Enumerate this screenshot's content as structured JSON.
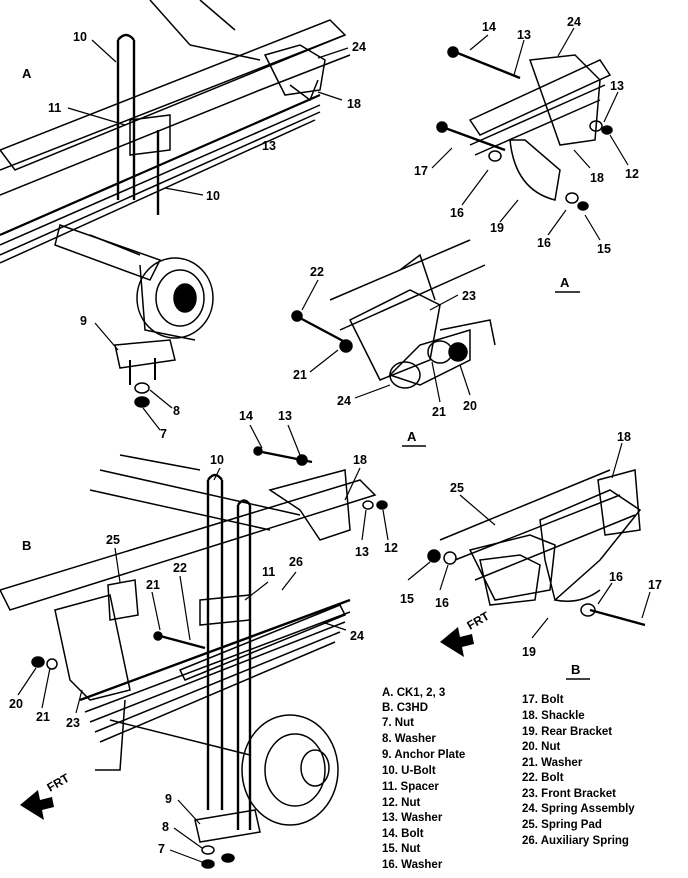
{
  "sections": {
    "a_top_left": "A",
    "a_top_right": "A",
    "a_middle": "A",
    "b_left": "B",
    "b_right": "B"
  },
  "frt": {
    "left": "FRT",
    "right": "FRT"
  },
  "callouts": {
    "tl_10a": "10",
    "tl_24": "24",
    "tl_11": "11",
    "tl_18": "18",
    "tl_13": "13",
    "tl_10b": "10",
    "tl_9": "9",
    "tl_8": "8",
    "tl_7": "7",
    "tr_14": "14",
    "tr_13a": "13",
    "tr_24": "24",
    "tr_13b": "13",
    "tr_17": "17",
    "tr_18": "18",
    "tr_12": "12",
    "tr_16a": "16",
    "tr_19": "19",
    "tr_16b": "16",
    "tr_15": "15",
    "md_22": "22",
    "md_23": "23",
    "md_21a": "21",
    "md_24": "24",
    "md_21b": "21",
    "md_20": "20",
    "bl_14": "14",
    "bl_13a": "13",
    "bl_10": "10",
    "bl_18": "18",
    "bl_25": "25",
    "bl_13b": "13",
    "bl_12": "12",
    "bl_21a": "21",
    "bl_22": "22",
    "bl_11": "11",
    "bl_26": "26",
    "bl_24": "24",
    "bl_20": "20",
    "bl_21b": "21",
    "bl_23": "23",
    "bl_9": "9",
    "bl_8": "8",
    "bl_7": "7",
    "br_18": "18",
    "br_25": "25",
    "br_15": "15",
    "br_16a": "16",
    "br_16b": "16",
    "br_17": "17",
    "br_19": "19"
  },
  "legend": {
    "left": [
      "A. CK1, 2, 3",
      "B. C3HD",
      "7. Nut",
      "8. Washer",
      "9. Anchor Plate",
      "10. U-Bolt",
      "11. Spacer",
      "12. Nut",
      "13. Washer",
      "14. Bolt",
      "15. Nut",
      "16. Washer"
    ],
    "right": [
      "17. Bolt",
      "18. Shackle",
      "19. Rear Bracket",
      "20. Nut",
      "21. Washer",
      "22. Bolt",
      "23. Front Bracket",
      "24. Spring Assembly",
      "25. Spring Pad",
      "26. Auxiliary Spring"
    ]
  }
}
